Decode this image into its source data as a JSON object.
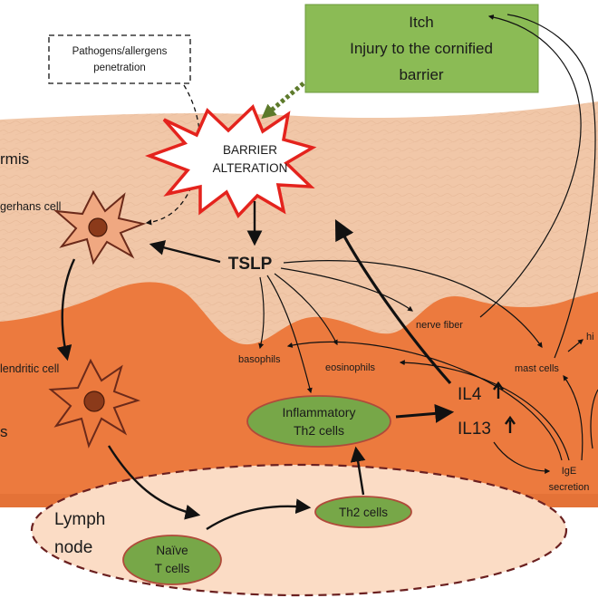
{
  "layers": {
    "epidermis_label": "rmis",
    "dermis_label": "s"
  },
  "itch_box": {
    "line1": "Itch",
    "line2": "Injury to the cornified",
    "line3": "barrier"
  },
  "pathogens_box": {
    "line1": "Pathogens/allergens",
    "line2": "penetration"
  },
  "barrier": {
    "line1": "BARRIER",
    "line2": "ALTERATION"
  },
  "tslp": "TSLP",
  "cells": {
    "langerhans": "gerhans cell",
    "dendritic": "lendritic cell",
    "basophils": "basophils",
    "eosinophils": "eosinophils",
    "nerve_fiber": "nerve fiber",
    "mast_cells": "mast cells",
    "histamine": "hi"
  },
  "inflammatory_th2": {
    "line1": "Inflammatory",
    "line2": "Th2 cells"
  },
  "cytokines": {
    "il4": "IL4",
    "il13": "IL13"
  },
  "ige": {
    "line1": "IgE",
    "line2": "secretion"
  },
  "lymph_node": {
    "line1": "Lymph",
    "line2": "node"
  },
  "th2_cells": "Th2 cells",
  "naive_t_cells": {
    "line1": "Naïve",
    "line2": "T cells"
  },
  "colors": {
    "epidermis": "#f1c7a8",
    "dermis": "#ec7a3e",
    "green_box": "#8bbb55",
    "cell_green": "#77a748",
    "barrier_red": "#e4231d",
    "lymph_fill": "#fbdcc5"
  }
}
